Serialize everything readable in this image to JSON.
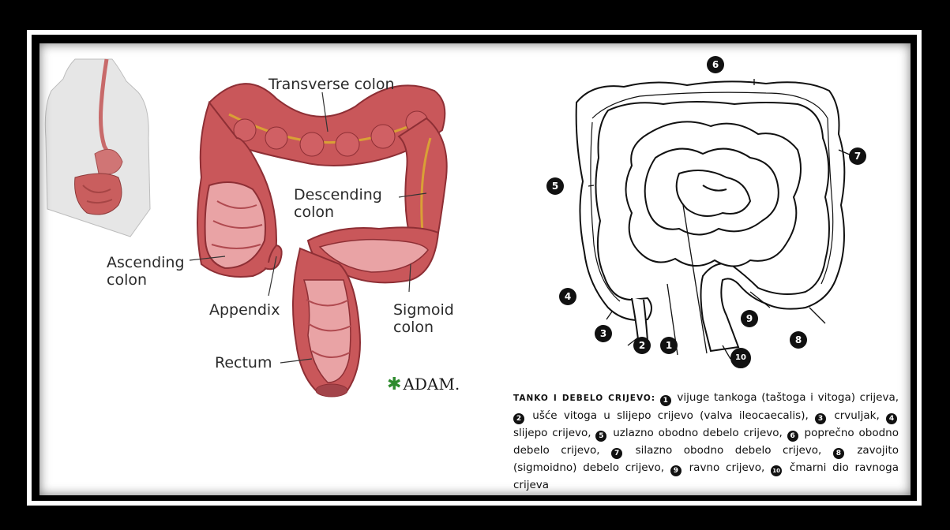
{
  "left_figure": {
    "labels": {
      "transverse": "Transverse colon",
      "descending_1": "Descending",
      "descending_2": "colon",
      "ascending_1": "Ascending",
      "ascending_2": "colon",
      "appendix": "Appendix",
      "sigmoid_1": "Sigmoid",
      "sigmoid_2": "colon",
      "rectum": "Rectum"
    },
    "logo": "ADAM."
  },
  "right_figure": {
    "numbers": [
      "1",
      "2",
      "3",
      "4",
      "5",
      "6",
      "7",
      "8",
      "9",
      "10"
    ]
  },
  "caption": {
    "heading": "TANKO I DEBELO CRIJEVO:",
    "items": [
      {
        "n": "1",
        "text": "vijuge tankoga (taštoga i vitoga) crijeva,"
      },
      {
        "n": "2",
        "text": "ušće vitoga u slijepo crijevo (valva ileocaecalis),"
      },
      {
        "n": "3",
        "text": "crvuljak,"
      },
      {
        "n": "4",
        "text": "slijepo crijevo,"
      },
      {
        "n": "5",
        "text": "uzlazno obodno debelo crijevo,"
      },
      {
        "n": "6",
        "text": "poprečno obodno debelo crijevo,"
      },
      {
        "n": "7",
        "text": "silazno obodno debelo crijevo,"
      },
      {
        "n": "8",
        "text": "zavojito (sigmoidno) debelo crijevo,"
      },
      {
        "n": "9",
        "text": "ravno crijevo,"
      },
      {
        "n": "10",
        "text": "čmarni dio ravnoga crijeva"
      }
    ]
  },
  "colors": {
    "colon": "#c9575a",
    "colon_dark": "#8e2f35",
    "vessel": "#d9a036",
    "inside": "#e9a3a5"
  }
}
